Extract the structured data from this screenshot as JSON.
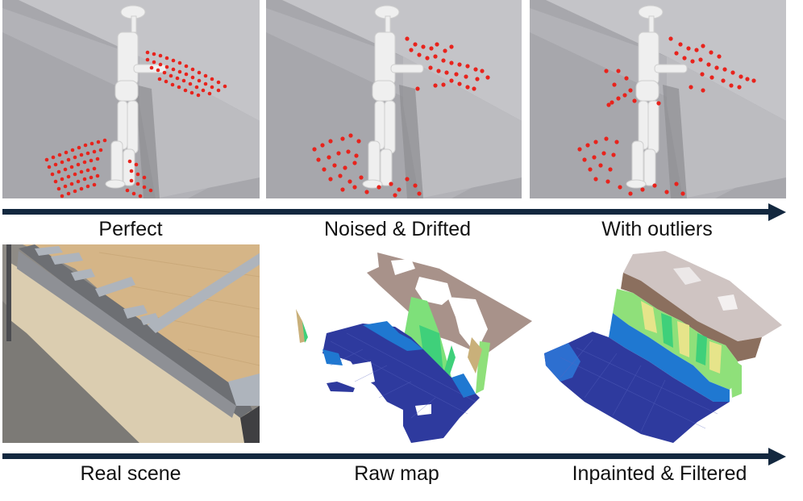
{
  "top_row": {
    "panels": [
      {
        "id": "perfect",
        "label": "Perfect",
        "description": "Humanoid robot at ledge with uniform red sample grid"
      },
      {
        "id": "noised",
        "label": "Noised & Drifted",
        "description": "Humanoid robot at ledge with noisy drifted red points"
      },
      {
        "id": "outliers",
        "label": "With outliers",
        "description": "Humanoid robot at ledge with noisy points and outliers"
      }
    ],
    "arrow_color": "#13283f",
    "point_color": "#e8231c"
  },
  "bottom_row": {
    "panels": [
      {
        "id": "real",
        "label": "Real scene",
        "description": "Photo of plywood box with taped edge"
      },
      {
        "id": "raw",
        "label": "Raw map",
        "description": "Raw elevation map surface with holes"
      },
      {
        "id": "inpainted",
        "label": "Inpainted & Filtered",
        "description": "Completed smooth elevation map surface"
      }
    ],
    "arrow_color": "#13283f",
    "colormap": [
      "#2e3a9e",
      "#1f78d1",
      "#3fd07a",
      "#8fe07a",
      "#e6e48a",
      "#c9b07a",
      "#8b6f5e",
      "#c8b8b4",
      "#efeaea"
    ]
  }
}
